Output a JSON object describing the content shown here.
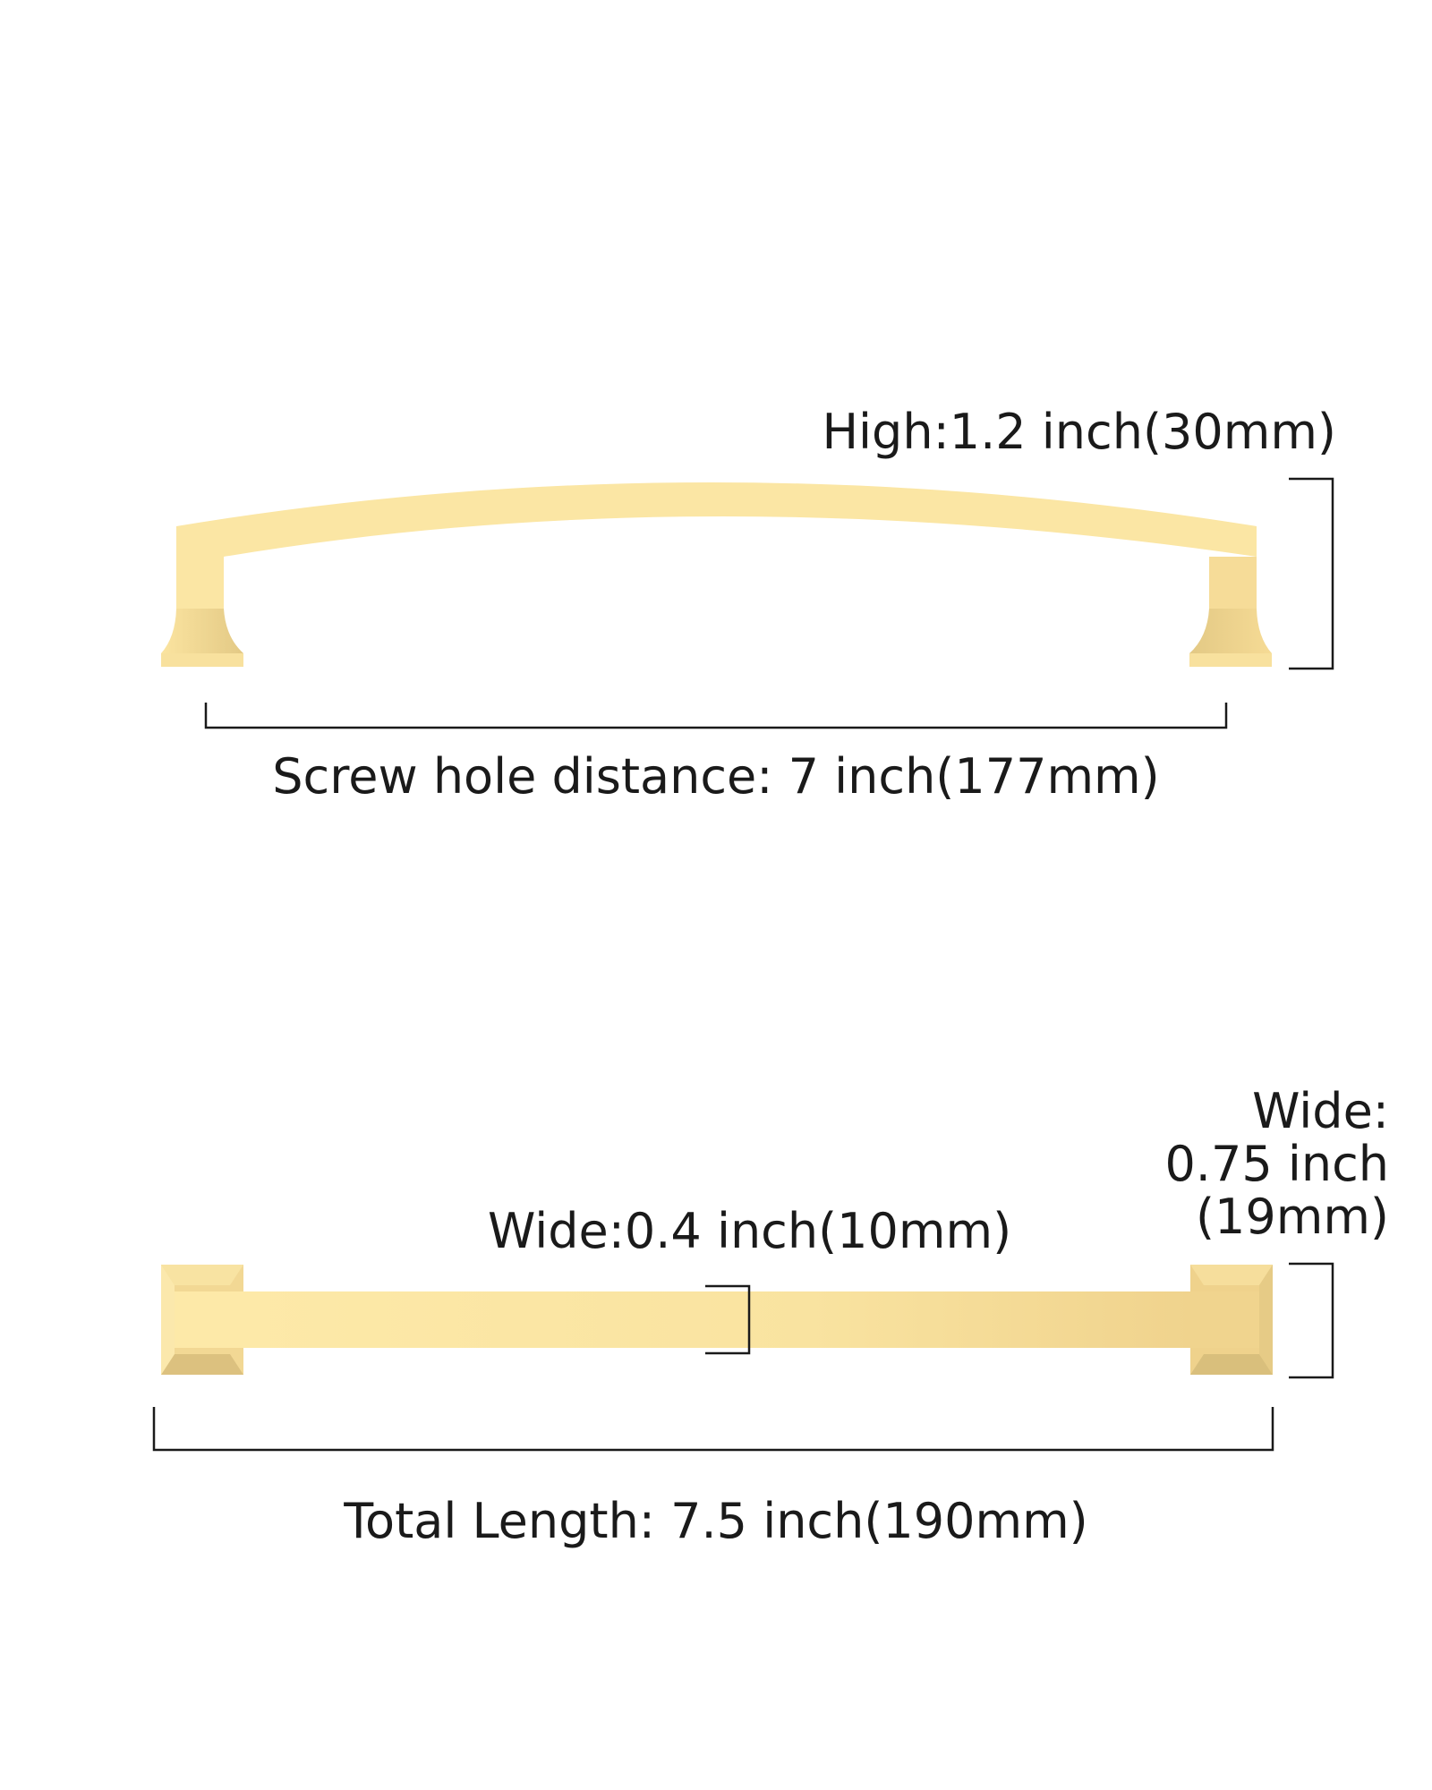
{
  "colors": {
    "brass_light": "#fbe6a4",
    "brass_mid": "#f4d993",
    "brass_dark": "#d9c07e",
    "line": "#1a1a1a",
    "background": "#ffffff"
  },
  "side_view": {
    "height_label": "High:1.2 inch(30mm)",
    "screw_distance_label": "Screw hole distance: 7 inch(177mm)"
  },
  "top_view": {
    "bar_width_label": "Wide:0.4 inch(10mm)",
    "base_width_label_line1": "Wide:",
    "base_width_label_line2": "0.75 inch",
    "base_width_label_line3": "(19mm)",
    "total_length_label": "Total Length: 7.5 inch(190mm)"
  }
}
